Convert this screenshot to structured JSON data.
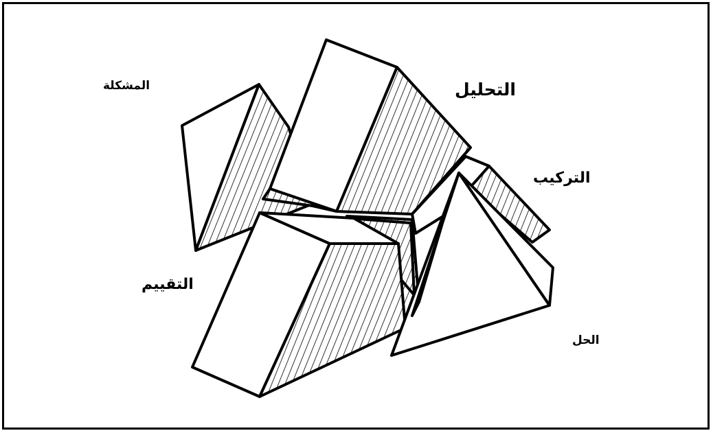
{
  "labels": {
    "problem": "المشكلة",
    "analysis": "التحليل",
    "synthesis": "التركيب",
    "evaluation": "التقييم",
    "solution": "الحل"
  },
  "colors": {
    "ink": "#000000",
    "paper": "#ffffff"
  }
}
